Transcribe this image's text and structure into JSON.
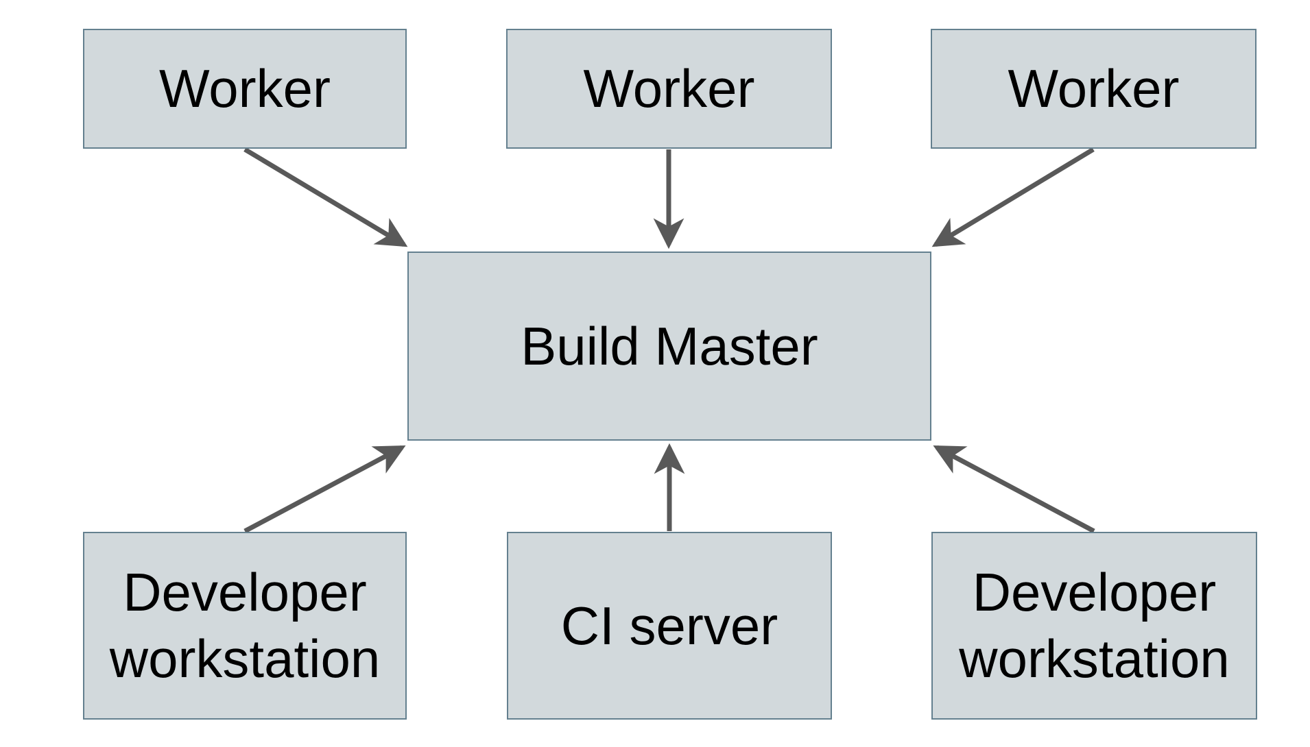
{
  "diagram": {
    "nodes": [
      {
        "id": "worker-1",
        "label": "Worker"
      },
      {
        "id": "worker-2",
        "label": "Worker"
      },
      {
        "id": "worker-3",
        "label": "Worker"
      },
      {
        "id": "build-master",
        "label": "Build Master"
      },
      {
        "id": "developer-workstation-left",
        "label": "Developer workstation"
      },
      {
        "id": "ci-server",
        "label": "CI server"
      },
      {
        "id": "developer-workstation-right",
        "label": "Developer workstation"
      }
    ],
    "edges": [
      {
        "from": "worker-1",
        "to": "build-master",
        "direction": "down-right"
      },
      {
        "from": "worker-2",
        "to": "build-master",
        "direction": "down"
      },
      {
        "from": "worker-3",
        "to": "build-master",
        "direction": "down-left"
      },
      {
        "from": "developer-workstation-left",
        "to": "build-master",
        "direction": "up-right"
      },
      {
        "from": "ci-server",
        "to": "build-master",
        "direction": "up"
      },
      {
        "from": "developer-workstation-right",
        "to": "build-master",
        "direction": "up-left"
      }
    ]
  },
  "colors": {
    "background": "#ffffff",
    "node_fill": "#d2d9dc",
    "node_border": "#64808f",
    "arrow": "#595959",
    "text": "#000000"
  }
}
